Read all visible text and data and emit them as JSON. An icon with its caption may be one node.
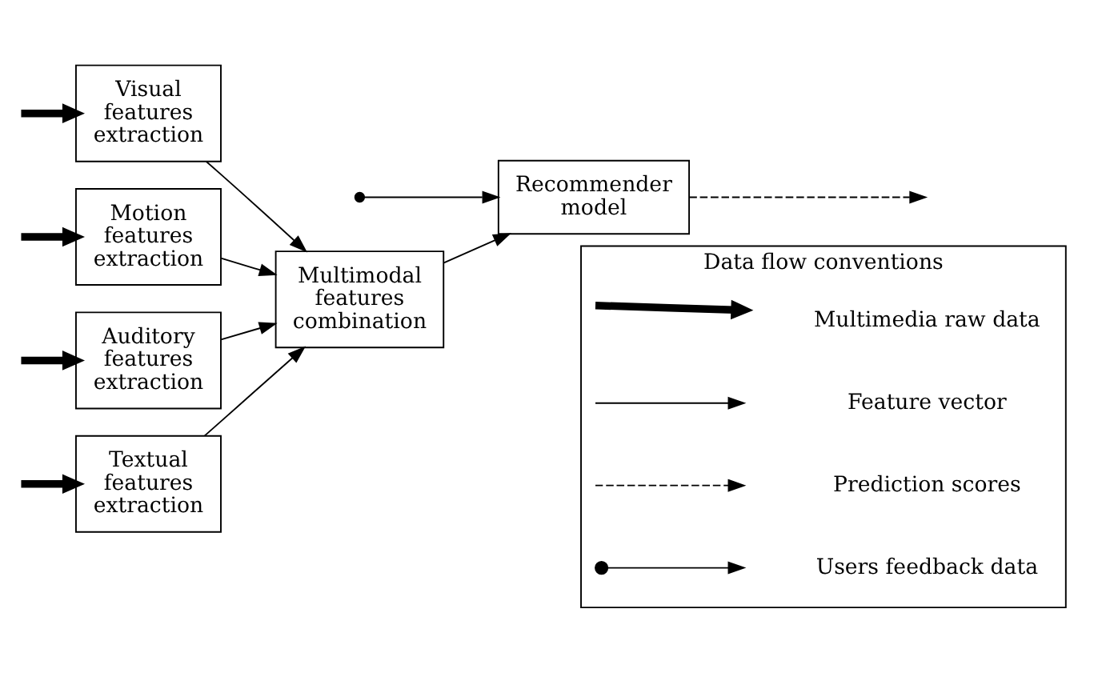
{
  "diagram": {
    "nodes": [
      {
        "text": [
          "Visual features extraction"
        ]
      },
      {
        "text": [
          "Motion features extraction"
        ]
      },
      {
        "text": [
          "Auditory features extraction"
        ]
      },
      {
        "text": [
          "Textual features extraction"
        ]
      },
      {
        "text": [
          "Multimodal features combination"
        ]
      },
      {
        "text": [
          "Recommender model"
        ]
      },
      {
        "text": [],
        "shape": "circle"
      },
      {
        "text": [
          "Data flow conventions"
        ]
      }
    ],
    "edges": [
      {
        "from": null,
        "to": 0,
        "arrow": "to",
        "style": "thick"
      },
      {
        "from": null,
        "to": 1,
        "arrow": "to",
        "style": "thick"
      },
      {
        "from": null,
        "to": 2,
        "arrow": "to",
        "style": "thick"
      },
      {
        "from": null,
        "to": 3,
        "arrow": "to",
        "style": "thick"
      },
      {
        "from": 0,
        "to": 4,
        "arrow": "to"
      },
      {
        "from": 1,
        "to": 4,
        "arrow": "to"
      },
      {
        "from": 2,
        "to": 4,
        "arrow": "to"
      },
      {
        "from": 3,
        "to": 4,
        "arrow": "to"
      },
      {
        "from": 4,
        "to": 5,
        "arrow": "to"
      },
      {
        "from": 6,
        "to": 5,
        "arrow": "to"
      },
      {
        "from": 5,
        "to": null,
        "arrow": "to",
        "style": "dashed"
      }
    ],
    "legend": [
      {
        "text": "Multimedia raw data"
      },
      {
        "text": "Feature vector"
      },
      {
        "text": "Prediction scores"
      },
      {
        "text": "Users feedback data"
      }
    ]
  }
}
